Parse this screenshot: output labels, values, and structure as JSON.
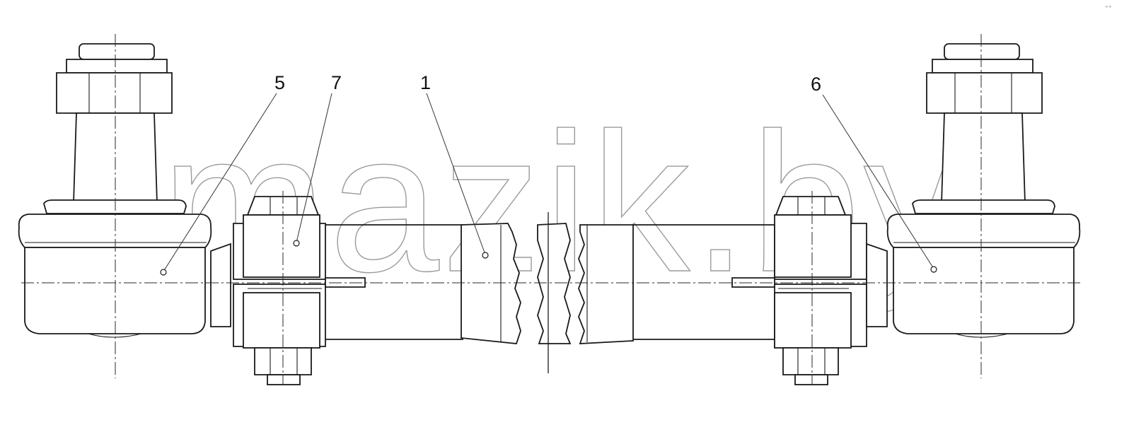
{
  "drawing": {
    "callouts": [
      {
        "id": "5",
        "label": "5"
      },
      {
        "id": "7",
        "label": "7"
      },
      {
        "id": "1",
        "label": "1"
      },
      {
        "id": "6",
        "label": "6"
      }
    ],
    "watermark": "mazik.by",
    "corner_mark": "°°"
  },
  "colors": {
    "line": "#1a1a1a",
    "watermark": "#9a9a9a",
    "background": "#ffffff"
  }
}
